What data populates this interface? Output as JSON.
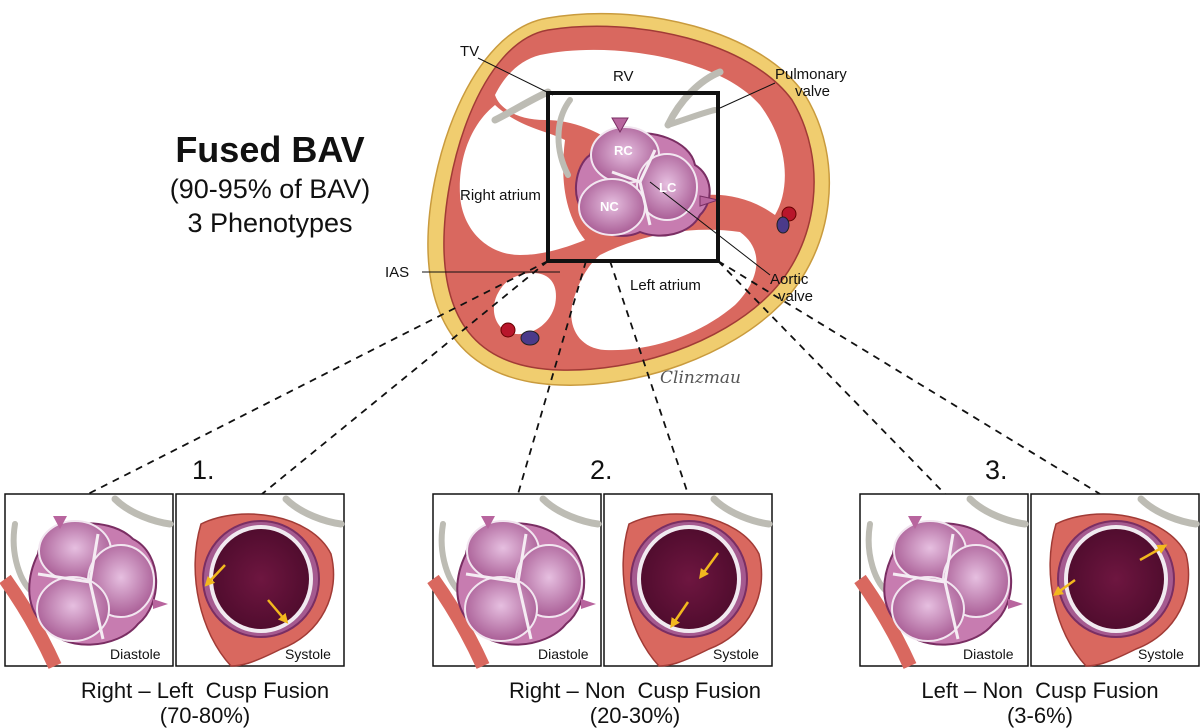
{
  "title": {
    "main": "Fused BAV",
    "sub1": "(90-95% of BAV)",
    "sub2": "3 Phenotypes"
  },
  "anatomy_labels": {
    "tv": "TV",
    "rv": "RV",
    "pulmonary_valve_l1": "Pulmonary",
    "pulmonary_valve_l2": "valve",
    "right_atrium": "Right atrium",
    "ias": "IAS",
    "left_atrium": "Left atrium",
    "aortic_valve_l1": "Aortic",
    "aortic_valve_l2": "valve"
  },
  "cusps": {
    "rc": "RC",
    "lc": "LC",
    "nc": "NC"
  },
  "signature": "Clinzmau",
  "phenotypes": [
    {
      "number": "1.",
      "fusion_l1": "Right – Left  Cusp Fusion",
      "fusion_l2": "(70-80%)",
      "diastole": "Diastole",
      "systole": "Systole"
    },
    {
      "number": "2.",
      "fusion_l1": "Right – Non  Cusp Fusion",
      "fusion_l2": "(20-30%)",
      "diastole": "Diastole",
      "systole": "Systole"
    },
    {
      "number": "3.",
      "fusion_l1": "Left – Non  Cusp Fusion",
      "fusion_l2": "(3-6%)",
      "diastole": "Diastole",
      "systole": "Systole"
    }
  ],
  "colors": {
    "myocardium": "#d9685f",
    "myocardium_dark": "#b8463f",
    "fat": "#f0cd6f",
    "cusp": "#b86aa0",
    "cusp_light": "#e6bfe0",
    "orifice": "#5e0f35",
    "arrow": "#f2b81e",
    "gray_leaflet": "#bdbcb4"
  }
}
